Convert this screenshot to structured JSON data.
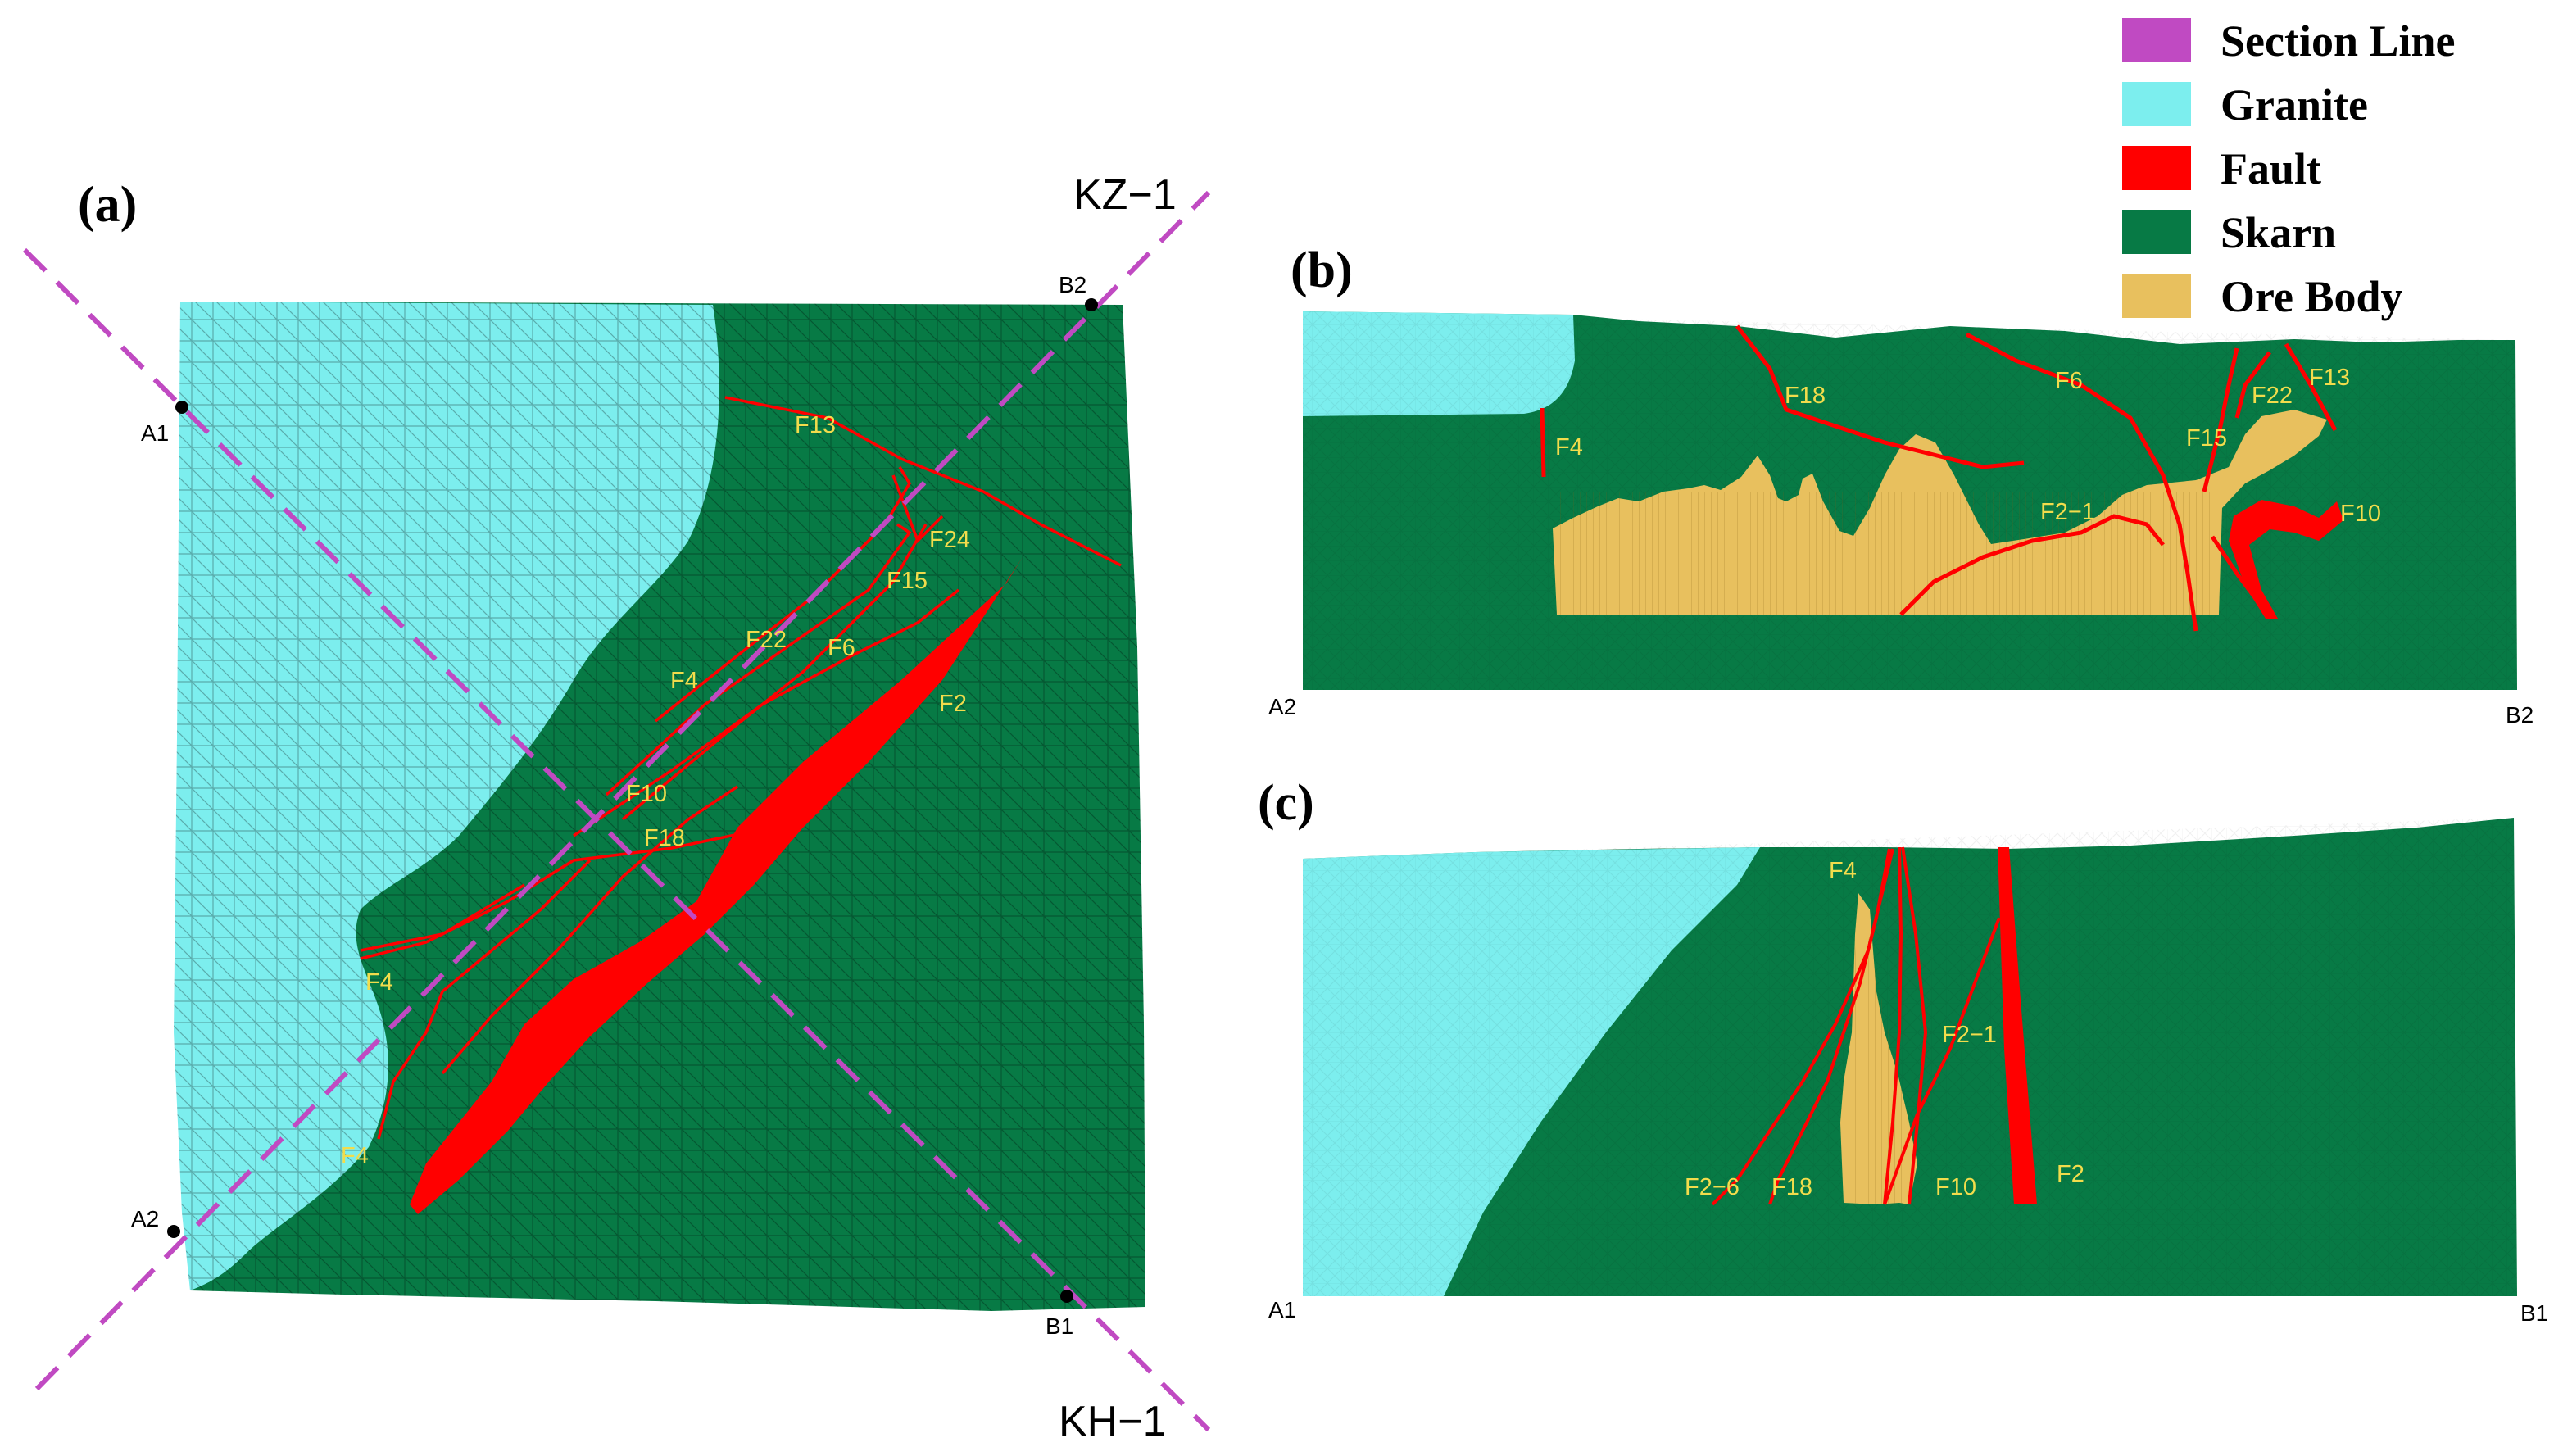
{
  "colors": {
    "section_line": "#c04ac2",
    "granite": "#7ceeee",
    "fault": "#ff0000",
    "skarn": "#077a45",
    "ore_body": "#e8c05e",
    "label_yellow": "#f2dc4c"
  },
  "legend": [
    {
      "key": "section_line",
      "label": "Section Line"
    },
    {
      "key": "granite",
      "label": "Granite"
    },
    {
      "key": "fault",
      "label": "Fault"
    },
    {
      "key": "skarn",
      "label": "Skarn"
    },
    {
      "key": "ore_body",
      "label": "Ore Body"
    }
  ],
  "panel_a": {
    "label": "(a)",
    "section_kz": "KZ−1",
    "section_kh": "KH−1",
    "points": {
      "a1": "A1",
      "a2": "A2",
      "b1": "B1",
      "b2": "B2"
    },
    "faults": {
      "f13": "F13",
      "f24": "F24",
      "f15": "F15",
      "f22": "F22",
      "f6": "F6",
      "f4_upper": "F4",
      "f2": "F2",
      "f10": "F10",
      "f18": "F18",
      "f4_mid": "F4",
      "f4_lower": "F4"
    }
  },
  "panel_b": {
    "label": "(b)",
    "left_end": "A2",
    "right_end": "B2",
    "faults": {
      "f18": "F18",
      "f6": "F6",
      "f13": "F13",
      "f22": "F22",
      "f15": "F15",
      "f4": "F4",
      "f2_1": "F2−1",
      "f10": "F10"
    }
  },
  "panel_c": {
    "label": "(c)",
    "left_end": "A1",
    "right_end": "B1",
    "faults": {
      "f4": "F4",
      "f2_1": "F2−1",
      "f2_6": "F2−6",
      "f18": "F18",
      "f10": "F10",
      "f2": "F2"
    }
  }
}
